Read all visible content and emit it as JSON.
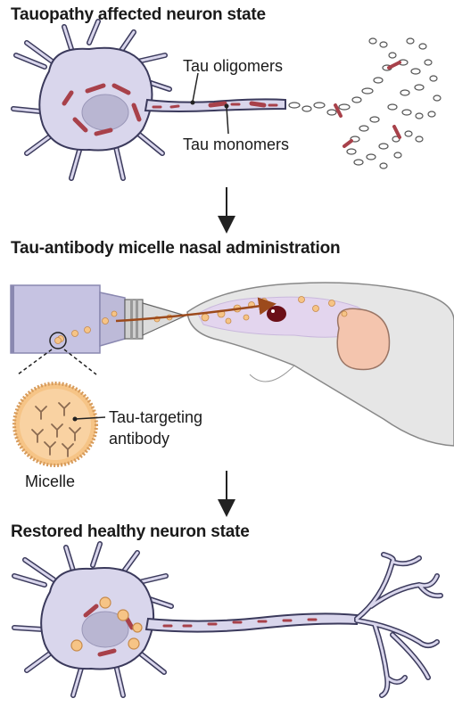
{
  "panel_top": {
    "title": "Tauopathy affected neuron state",
    "label_oligomers": "Tau oligomers",
    "label_monomers": "Tau monomers"
  },
  "panel_middle": {
    "title": "Tau-antibody micelle nasal administration",
    "label_antibody_line1": "Tau-targeting",
    "label_antibody_line2": "antibody",
    "label_micelle": "Micelle"
  },
  "panel_bottom": {
    "title": "Restored healthy neuron state"
  },
  "colors": {
    "neuron_fill": "#d9d6ec",
    "neuron_stroke": "#3b3a5c",
    "tau_red": "#a8414a",
    "micelle_orange": "#f6c486",
    "arrow": "#222222"
  }
}
